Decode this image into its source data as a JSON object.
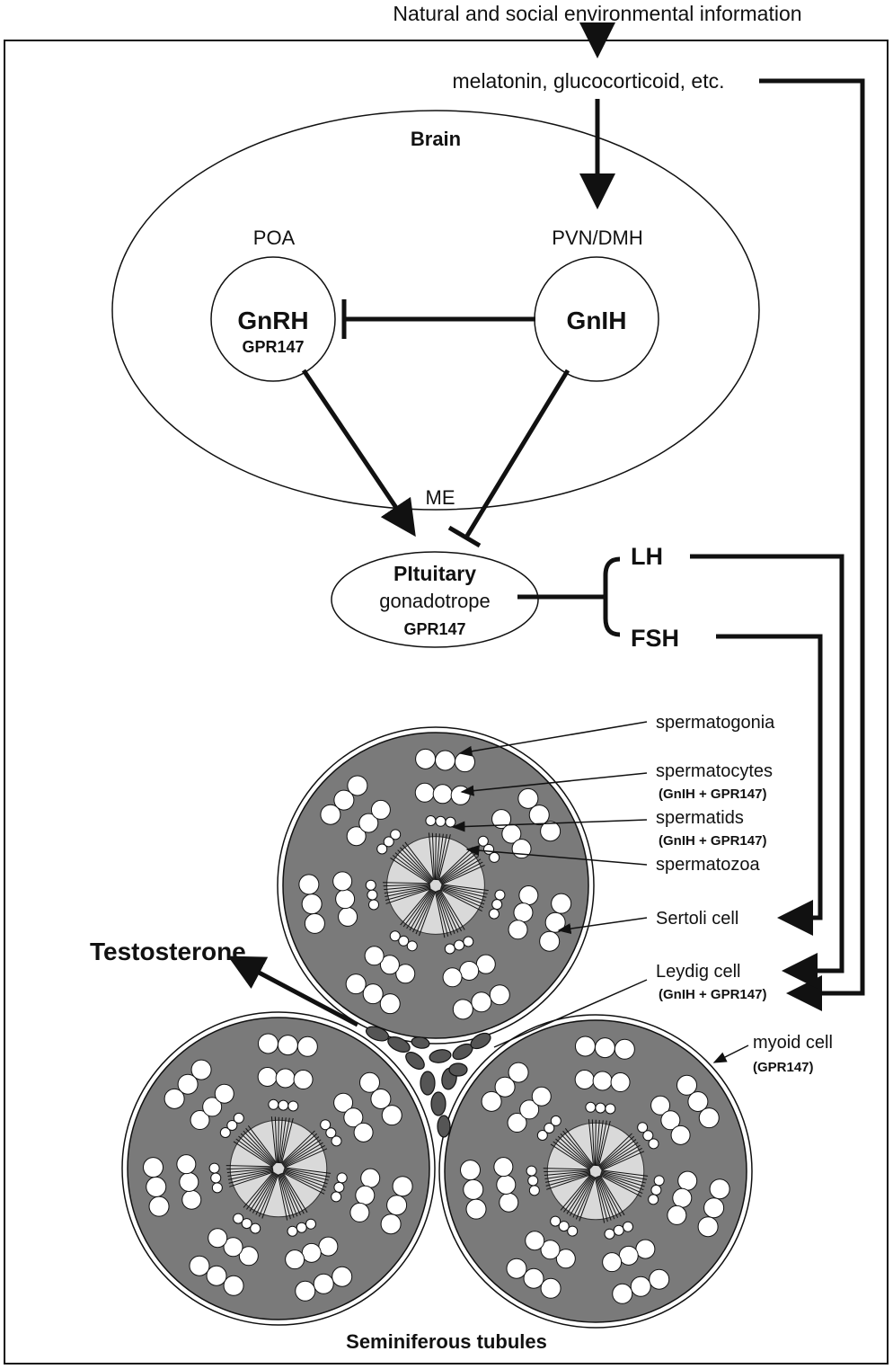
{
  "top": {
    "environment_label": "Natural and social environmental information",
    "hormones_label": "melatonin, glucocorticoid, etc."
  },
  "brain": {
    "title": "Brain",
    "poa_label": "POA",
    "pvn_label": "PVN/DMH",
    "gnrh_label": "GnRH",
    "gnrh_receptor": "GPR147",
    "gnih_label": "GnIH",
    "me_label": "ME"
  },
  "pituitary": {
    "title": "PItuitary",
    "subtitle": "gonadotrope",
    "receptor": "GPR147"
  },
  "gonadotropins": {
    "lh": "LH",
    "fsh": "FSH"
  },
  "testis": {
    "testosterone": "Testosterone",
    "caption": "Seminiferous tubules",
    "labels": {
      "spermatogonia": "spermatogonia",
      "spermatocytes": "spermatocytes",
      "spermatocytes_note": "(GnIH + GPR147)",
      "spermatids": "spermatids",
      "spermatids_note": "(GnIH + GPR147)",
      "spermatozoa": "spermatozoa",
      "sertoli": "Sertoli cell",
      "leydig": "Leydig cell",
      "leydig_note": "(GnIH + GPR147)",
      "myoid": "myoid cell",
      "myoid_note": "(GPR147)"
    }
  }
}
